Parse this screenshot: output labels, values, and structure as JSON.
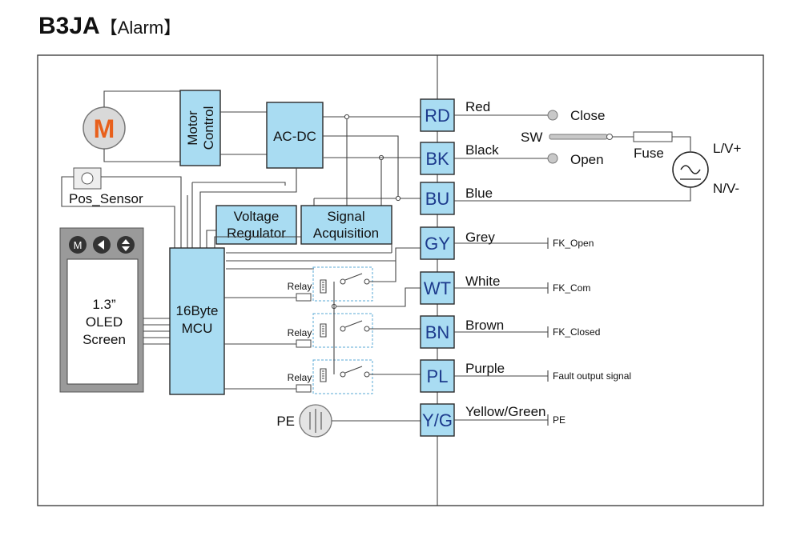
{
  "title": {
    "main": "B3JA",
    "sub": "【Alarm】"
  },
  "blocks": {
    "motor_symbol": "M",
    "motor_control": [
      "Motor",
      "Control"
    ],
    "acdc": "AC-DC",
    "pos_sensor": "Pos_Sensor",
    "voltage_regulator": [
      "Voltage",
      "Regulator"
    ],
    "signal_acquisition": [
      "Signal",
      "Acquisition"
    ],
    "mcu": [
      "16Byte",
      "MCU"
    ],
    "oled": [
      "1.3”",
      "OLED",
      "Screen"
    ],
    "relay_label": "Relay",
    "pe_symbol": "PE"
  },
  "terminals": [
    {
      "code": "RD",
      "wire": "Red"
    },
    {
      "code": "BK",
      "wire": "Black"
    },
    {
      "code": "BU",
      "wire": "Blue"
    },
    {
      "code": "GY",
      "wire": "Grey"
    },
    {
      "code": "WT",
      "wire": "White"
    },
    {
      "code": "BN",
      "wire": "Brown"
    },
    {
      "code": "PL",
      "wire": "Purple"
    },
    {
      "code": "Y/G",
      "wire": "Yellow/Green"
    }
  ],
  "outputs": {
    "close": "Close",
    "open": "Open",
    "sw": "SW",
    "fuse": "Fuse",
    "lv_plus": "L/V+",
    "nv_minus": "N/V-",
    "fk_open": "FK_Open",
    "fk_com": "FK_Com",
    "fk_closed": "FK_Closed",
    "fault": "Fault output signal",
    "pe": "PE"
  },
  "colors": {
    "block_fill": "#a9dcf2",
    "terminal_text": "#1c3a8c",
    "motor_letter": "#e8601c",
    "relay_border": "#5aa9d6"
  }
}
